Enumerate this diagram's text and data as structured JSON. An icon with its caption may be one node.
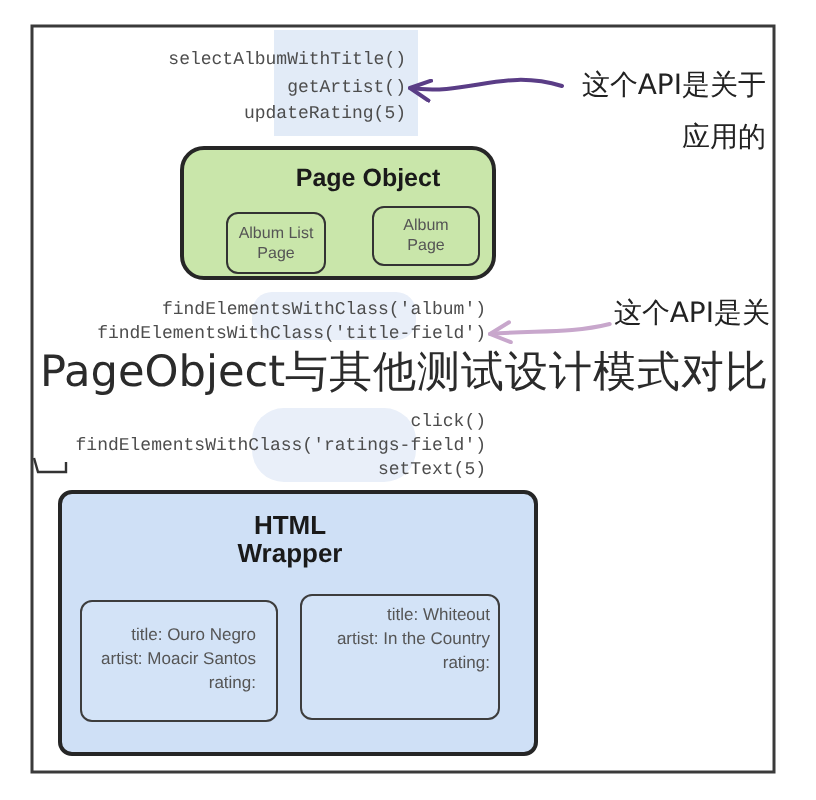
{
  "diagram": {
    "title": "PageObject与其他测试设计模式对比",
    "nodes": [
      {
        "text": [
          "selectAlbumWithTitle()",
          "getArtist()",
          "updateRating(5)"
        ]
      },
      {
        "text": [
          "这个API是关于应用的"
        ]
      },
      {
        "text": [
          "Page Object"
        ]
      },
      {
        "text": [
          "Album List Page"
        ],
        "in": 2
      },
      {
        "text": [
          "Album Page"
        ],
        "in": 2
      },
      {
        "text": [
          "findElementsWithClass('album')",
          "findElementsWithClass('title-field')",
          "click()",
          "findElementsWithClass('ratings-field')",
          "setText(5)"
        ]
      },
      {
        "text": [
          "这个API是关"
        ]
      },
      {
        "text": [
          "HTML Wrapper"
        ]
      },
      {
        "text": [
          "title: Ouro Negro",
          "artist: Moacir Santos",
          "rating:"
        ],
        "in": 7
      },
      {
        "text": [
          "title: Whiteout",
          "artist: In the Country",
          "rating:"
        ],
        "in": 7
      }
    ],
    "edges": [
      {
        "from": 1,
        "to": 0,
        "arrow": "to"
      },
      {
        "from": 6,
        "to": 5,
        "arrow": "to",
        "color": "#c8a7cc"
      }
    ]
  }
}
